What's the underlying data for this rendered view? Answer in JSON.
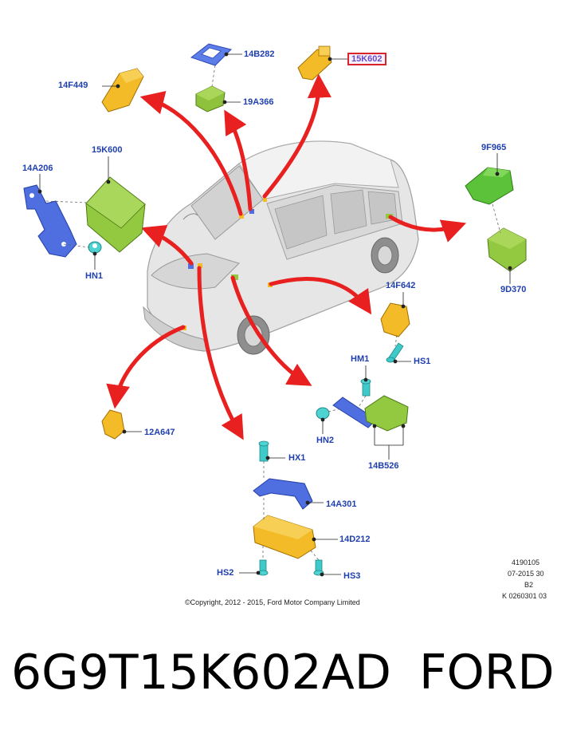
{
  "labels": {
    "l14B282": "14B282",
    "l15K602": "15K602",
    "l14F449": "14F449",
    "l19A366": "19A366",
    "l15K600": "15K600",
    "l14A206": "14A206",
    "lHN1": "HN1",
    "l9F965": "9F965",
    "l9D370": "9D370",
    "l14F642": "14F642",
    "lHS1": "HS1",
    "lHM1": "HM1",
    "lHN2": "HN2",
    "l14B526": "14B526",
    "l12A647": "12A647",
    "lHX1": "HX1",
    "l14A301": "14A301",
    "l14D212": "14D212",
    "lHS2": "HS2",
    "lHS3": "HS3"
  },
  "meta": {
    "line1": "4190105",
    "line2": "07-2015 30",
    "line3": "B2",
    "line4": "K 0260301 03"
  },
  "copyright": "©Copyright, 2012 - 2015, Ford Motor Company Limited",
  "caption": {
    "part_number": "6G9T15K602AD",
    "brand": "FORD"
  },
  "colors": {
    "arrow": "#e8201f",
    "label": "#1f3fae",
    "yellow_part": "#f2bb27",
    "blue_part": "#4f6fe0",
    "green_part": "#92c941",
    "cyan_part": "#3fc9c9"
  }
}
